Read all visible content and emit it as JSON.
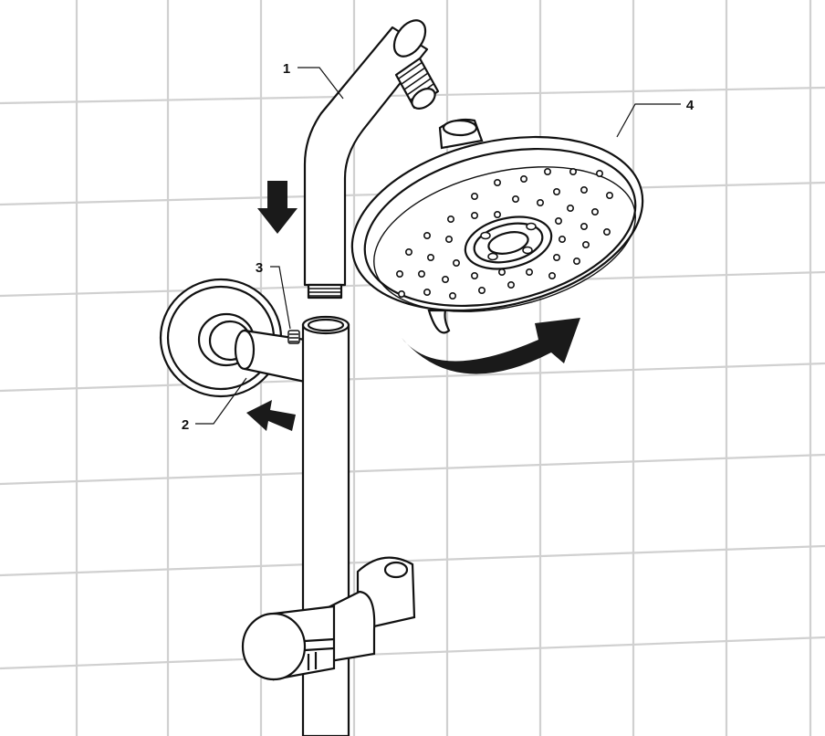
{
  "figure": {
    "callouts": {
      "c1": "1",
      "c2": "2",
      "c3": "3",
      "c4": "4"
    }
  },
  "colors": {
    "line": "#111111",
    "tile_grout": "#cfcfcf",
    "fill": "#ffffff",
    "arrow": "#1a1a1a"
  },
  "icons": {
    "down_arrow": "arrow-down-icon",
    "right_arrow": "arrow-right-icon",
    "rotate_arrow": "rotate-arrow-icon"
  }
}
